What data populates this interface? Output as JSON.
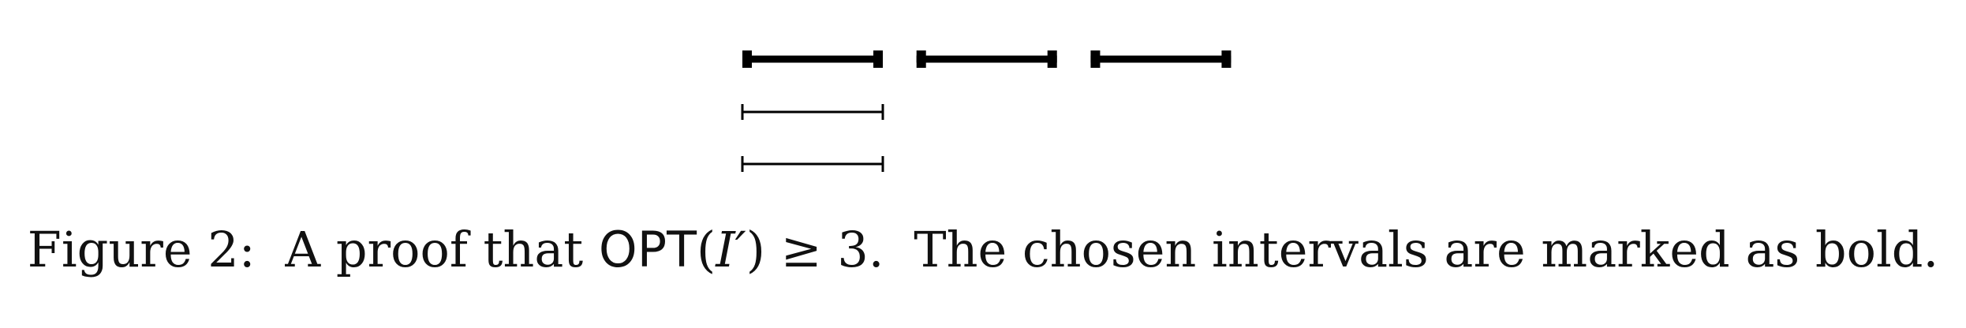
{
  "figure": {
    "caption": {
      "label": "Figure 2:",
      "text_before": "A proof that",
      "opt": "OPT",
      "paren_open": "(",
      "instance": "I′",
      "paren_close": ")",
      "relation": "≥",
      "bound": "3.",
      "text_after": "The chosen intervals are marked as bold."
    },
    "intervals": [
      {
        "row": 1,
        "start": 0,
        "end": 1,
        "chosen": true
      },
      {
        "row": 1,
        "start": 1.24,
        "end": 2.24,
        "chosen": true
      },
      {
        "row": 1,
        "start": 2.48,
        "end": 3.48,
        "chosen": true
      },
      {
        "row": 2,
        "start": 0,
        "end": 1,
        "chosen": false
      },
      {
        "row": 3,
        "start": 0,
        "end": 1,
        "chosen": false
      }
    ],
    "colors": {
      "interval": "#000000",
      "text": "#111111"
    }
  }
}
